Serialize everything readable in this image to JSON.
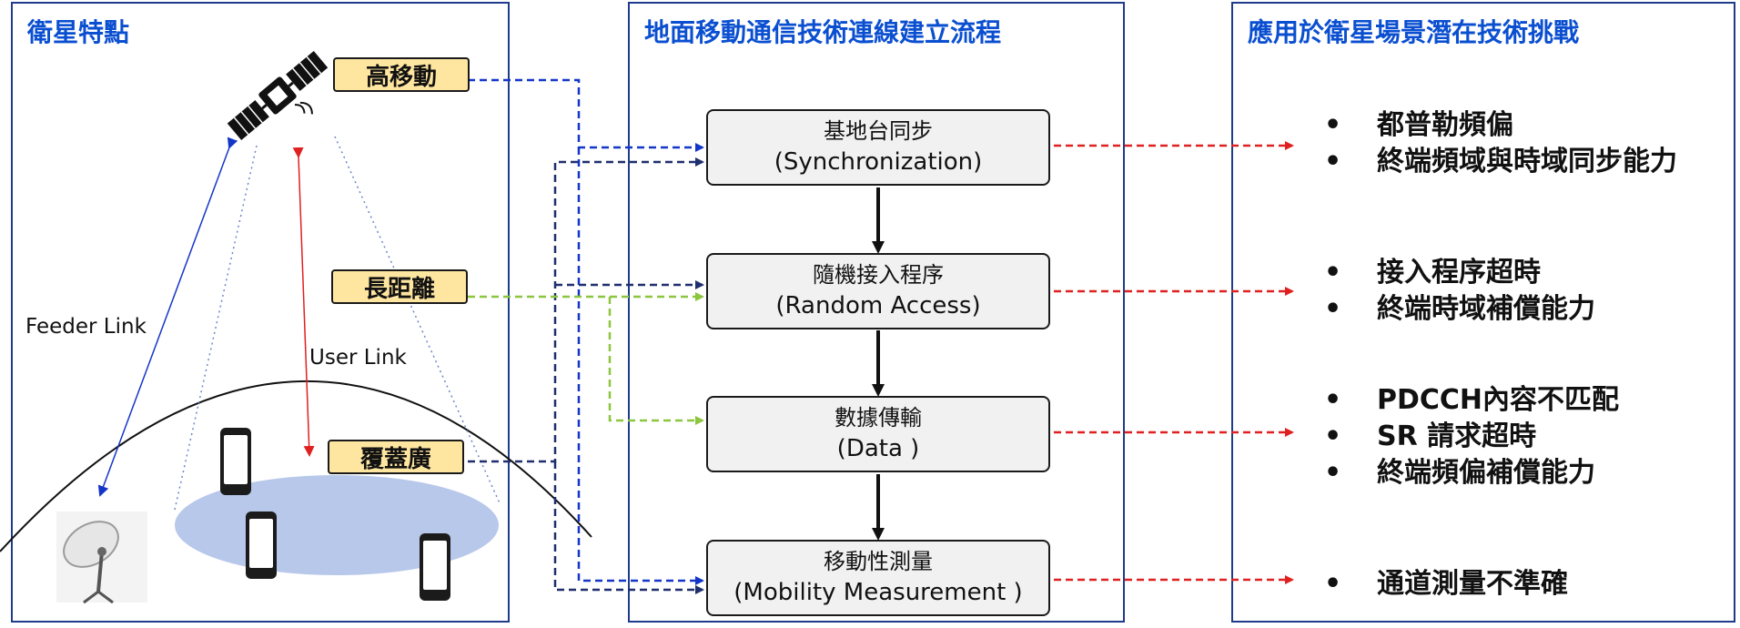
{
  "panels": {
    "left_title": "衛星特點",
    "middle_title": "地面移動通信技術連線建立流程",
    "right_title": "應用於衛星場景潛在技術挑戰"
  },
  "features": {
    "high_mobility": "高移動",
    "long_distance": "長距離",
    "wide_coverage": "覆蓋廣"
  },
  "links": {
    "feeder": "Feeder Link",
    "user": "User Link"
  },
  "steps": [
    {
      "zh": "基地台同步",
      "en": "(Synchronization)"
    },
    {
      "zh": "隨機接入程序",
      "en": "(Random Access)"
    },
    {
      "zh": "數據傳輸",
      "en": "(Data )"
    },
    {
      "zh": "移動性測量",
      "en": "(Mobility Measurement )"
    }
  ],
  "challenges": [
    [
      "都普勒頻偏",
      "終端頻域與時域同步能力"
    ],
    [
      "接入程序超時",
      "終端時域補償能力"
    ],
    [
      "PDCCH內容不匹配",
      "SR 請求超時",
      "終端頻偏補償能力"
    ],
    [
      "通道測量不準確"
    ]
  ],
  "colors": {
    "panel_border": "#1f3b8c",
    "title_text": "#0b4fd1",
    "tag_fill": "#ffe6a0",
    "step_fill": "#f1f1f1",
    "arrow_high_mobility": "#1436c8",
    "arrow_long_distance": "#8cc63f",
    "arrow_wide_coverage": "#1f2f6e",
    "arrow_challenge": "#e02020",
    "coverage_ellipse": "#b7c8ea"
  },
  "icons": [
    "satellite-icon",
    "ground-station-dish-icon",
    "phone-icon"
  ]
}
